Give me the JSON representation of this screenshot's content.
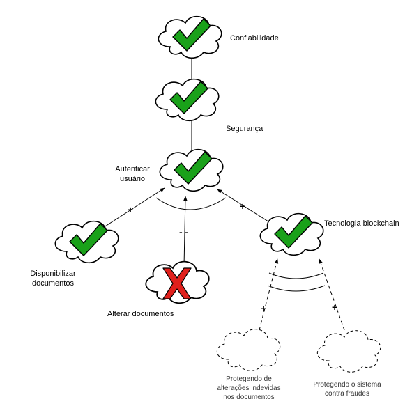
{
  "nodes": {
    "confiabilidade": {
      "label": "Confiabilidade",
      "status": "check"
    },
    "seguranca": {
      "label": "Segurança",
      "status": "check"
    },
    "autenticar": {
      "label_line1": "Autenticar",
      "label_line2": "usuário",
      "status": "check"
    },
    "disponibilizar": {
      "label_line1": "Disponibilizar",
      "label_line2": "documentos",
      "status": "check"
    },
    "alterar": {
      "label": "Alterar documentos",
      "status": "cross"
    },
    "blockchain": {
      "label": "Tecnologia blockchain",
      "status": "check"
    },
    "protegendo_alteracoes": {
      "label_line1": "Protegendo de",
      "label_line2": "alterações indevidas",
      "label_line3": "nos documentos",
      "status": "potential"
    },
    "protegendo_sistema": {
      "label_line1": "Protegendo o sistema",
      "label_line2": "contra fraudes",
      "status": "potential"
    }
  },
  "edges": {
    "disponibilizar_sign": "+",
    "alterar_sign": "- -",
    "blockchain_sign": "+",
    "protegendo_alteracoes_sign": "+",
    "protegendo_sistema_sign": "+"
  },
  "colors": {
    "check_fill": "#1aa11a",
    "check_stroke": "#000000",
    "cross_fill": "#e0201c",
    "line": "#000000"
  },
  "icons": {
    "check": "check-icon",
    "cross": "cross-icon",
    "cloud": "cloud-icon"
  }
}
